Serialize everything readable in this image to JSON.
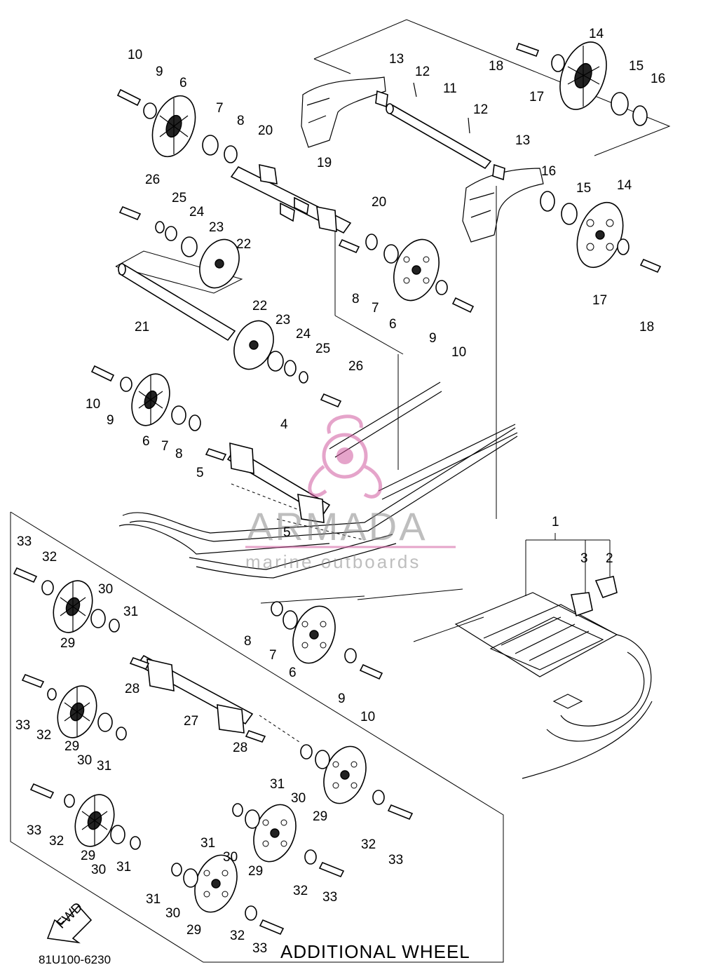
{
  "diagram": {
    "code": "81U100-6230",
    "additional_wheel_label": "ADDITIONAL WHEEL",
    "fwd_label": "FWD",
    "watermark": {
      "title": "ARMADA",
      "subtitle": "marine outboards"
    },
    "callouts": [
      "1",
      "2",
      "3",
      "4",
      "5",
      "6",
      "7",
      "8",
      "9",
      "10",
      "11",
      "12",
      "13",
      "14",
      "15",
      "16",
      "17",
      "18",
      "19",
      "20",
      "21",
      "22",
      "23",
      "24",
      "25",
      "26",
      "27",
      "28",
      "29",
      "30",
      "31",
      "32",
      "33"
    ]
  }
}
